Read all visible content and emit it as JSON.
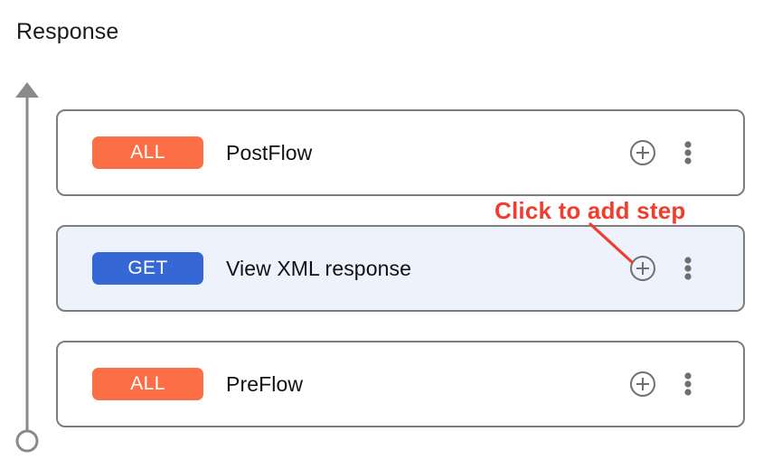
{
  "page": {
    "title": "Response"
  },
  "colors": {
    "badge_all": "#fb6e46",
    "badge_get": "#3568d4",
    "selected_row_bg": "#edf2fd",
    "row_border": "#7d7d7d",
    "icon_gray": "#6f6f6f",
    "axis_gray": "#8a8a8a",
    "annotation_red": "#f23c2e"
  },
  "flow_axis": {
    "arrow_icon": "up-arrow-icon",
    "endpoint_icon": "circle-endpoint-icon",
    "direction": "up"
  },
  "rows": [
    {
      "badge": "ALL",
      "badge_color": "#fb6e46",
      "label": "PostFlow",
      "selected": false,
      "add_icon": "plus-circle-icon",
      "menu_icon": "kebab-menu-icon"
    },
    {
      "badge": "GET",
      "badge_color": "#3568d4",
      "label": "View XML response",
      "selected": true,
      "add_icon": "plus-circle-icon",
      "menu_icon": "kebab-menu-icon"
    },
    {
      "badge": "ALL",
      "badge_color": "#fb6e46",
      "label": "PreFlow",
      "selected": false,
      "add_icon": "plus-circle-icon",
      "menu_icon": "kebab-menu-icon"
    }
  ],
  "annotation": {
    "text": "Click to add step",
    "color": "#f23c2e",
    "pointer_icon": "annotation-arrow-line",
    "points_to": "plus-circle-icon"
  }
}
